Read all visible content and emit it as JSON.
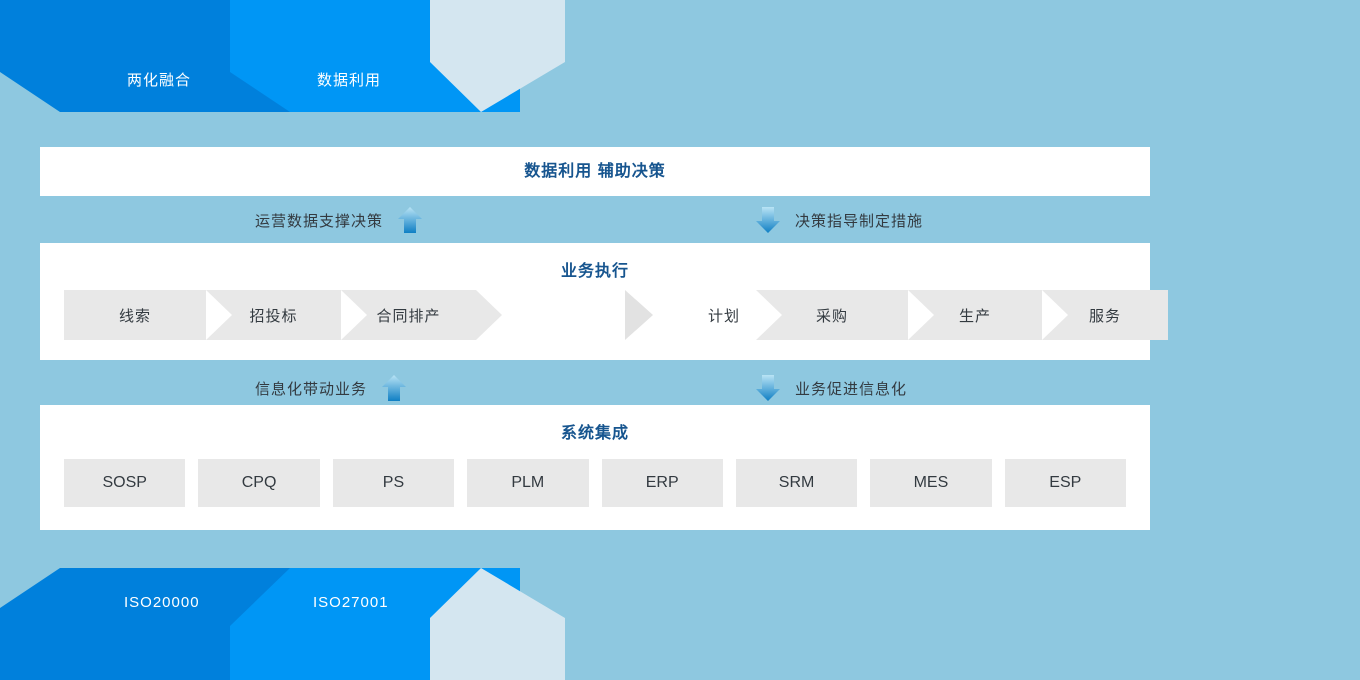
{
  "colors": {
    "background": "#8ec8e0",
    "dark_blue": "#0080dc",
    "bright_blue": "#0096f5",
    "light_blue": "#d4e6f0",
    "panel_white": "#ffffff",
    "title_navy": "#17558f",
    "cell_gray": "#e8e8e8",
    "text_dark": "#333a40"
  },
  "top_banner": {
    "bands": [
      {
        "label": "两化融合",
        "color": "#0080dc",
        "icon": "banner-chevron-dark"
      },
      {
        "label": "数据利用",
        "color": "#0096f5",
        "icon": "banner-chevron-bright"
      },
      {
        "label": "",
        "color": "#d4e6f0",
        "icon": "banner-pentagon-light"
      }
    ]
  },
  "bottom_banner": {
    "bands": [
      {
        "label": "ISO20000",
        "color": "#0080dc",
        "icon": "banner-chevron-dark"
      },
      {
        "label": "ISO27001",
        "color": "#0096f5",
        "icon": "banner-chevron-bright"
      },
      {
        "label": "",
        "color": "#d4e6f0",
        "icon": "banner-pentagon-light"
      }
    ]
  },
  "panels": {
    "decision": {
      "title": "数据利用 辅助决策"
    },
    "business": {
      "title": "业务执行",
      "steps_left": [
        "线索",
        "招投标",
        "合同排产"
      ],
      "steps_right": [
        "计划",
        "采购",
        "生产",
        "服务"
      ]
    },
    "systems": {
      "title": "系统集成",
      "items": [
        "SOSP",
        "CPQ",
        "PS",
        "PLM",
        "ERP",
        "SRM",
        "MES",
        "ESP"
      ]
    }
  },
  "connectors": {
    "row1": {
      "left_text": "运营数据支撑决策",
      "left_icon": "arrow-up-icon",
      "right_text": "决策指导制定措施",
      "right_icon": "arrow-down-icon"
    },
    "row2": {
      "left_text": "信息化带动业务",
      "left_icon": "arrow-up-icon",
      "right_text": "业务促进信息化",
      "right_icon": "arrow-down-icon"
    }
  }
}
